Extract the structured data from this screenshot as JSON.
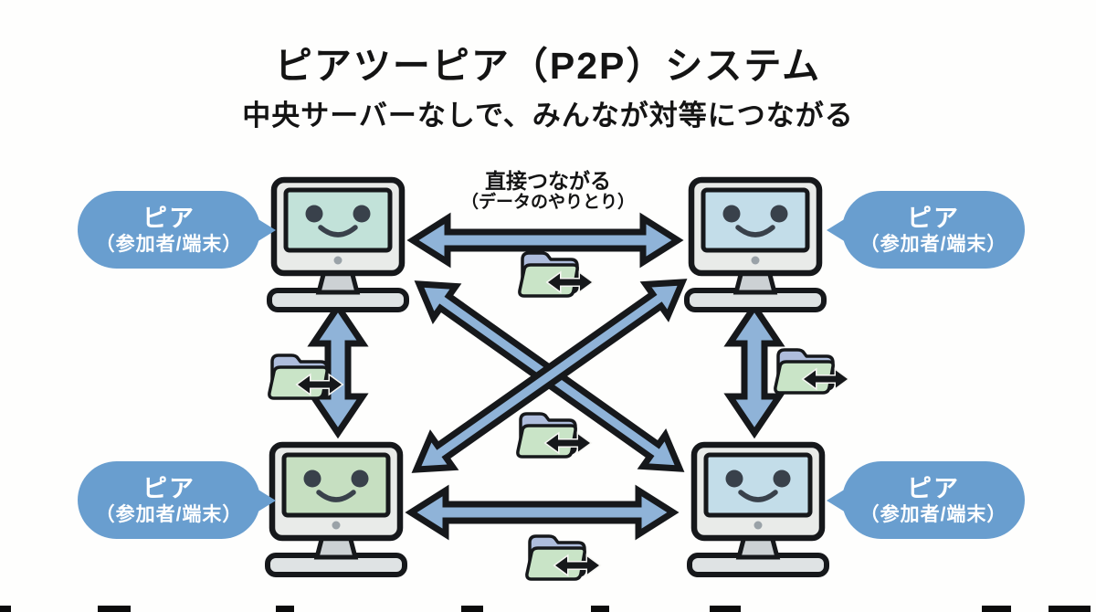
{
  "title": "ピアツーピア（P2P）システム",
  "subtitle": "中央サーバーなしで、みんなが対等につながる",
  "connection_label": {
    "line1": "直接つながる",
    "line2": "（データのやりとり）"
  },
  "peer_bubbles": {
    "top_left": {
      "line1": "ピア",
      "line2": "（参加者/端末）"
    },
    "top_right": {
      "line1": "ピア",
      "line2": "（参加者/端末）"
    },
    "bottom_left": {
      "line1": "ピア",
      "line2": "（参加者/端末）"
    },
    "bottom_right": {
      "line1": "ピア",
      "line2": "（参加者/端末）"
    }
  },
  "colors": {
    "background": "#fefefd",
    "bubble_blue": "#699ecf",
    "arrow_fill": "#8fb3d8",
    "outline_black": "#16181b",
    "monitor_body": "#e9ebe9",
    "monitor_base": "#dfe3e4",
    "monitor_stand": "#ccd1d4",
    "screen_teal": "#c2e2d9",
    "screen_blue": "#c3dde9",
    "screen_green": "#c6dfc1",
    "folder_back": "#aebddc",
    "folder_front": "#c9e4c7",
    "face_dark": "#39414b",
    "text_black": "#141414"
  },
  "icons": {
    "computers": [
      "computer-icon-top-left",
      "computer-icon-top-right",
      "computer-icon-bottom-left",
      "computer-icon-bottom-right"
    ],
    "folders": [
      "folder-transfer-icon-top",
      "folder-transfer-icon-left",
      "folder-transfer-icon-right",
      "folder-transfer-icon-center",
      "folder-transfer-icon-bottom"
    ],
    "arrows": [
      "double-arrow-top-horizontal",
      "double-arrow-bottom-horizontal",
      "double-arrow-left-vertical",
      "double-arrow-right-vertical",
      "double-arrow-diagonal-tl-br",
      "double-arrow-diagonal-bl-tr"
    ]
  }
}
